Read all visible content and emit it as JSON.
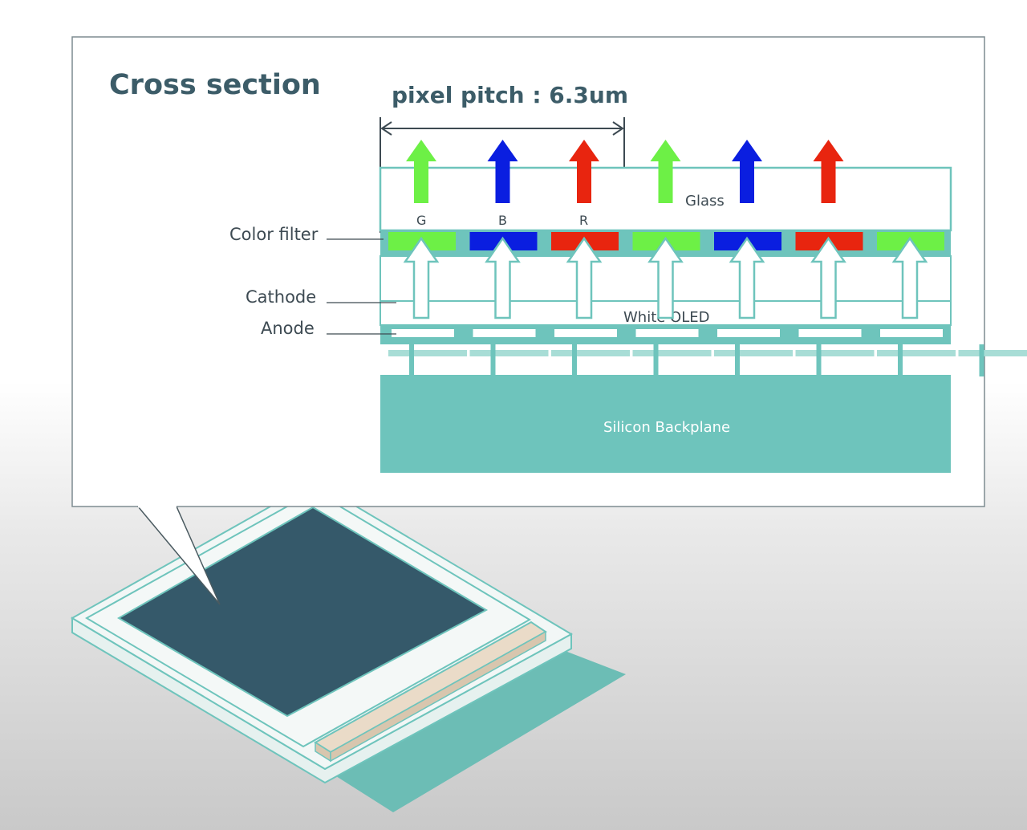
{
  "diagram": {
    "title": "Cross section",
    "pitch_label": "pixel pitch : 6.3um",
    "subpixel_letters": [
      "G",
      "B",
      "R"
    ],
    "side_labels": {
      "color_filter": "Color filter",
      "cathode": "Cathode",
      "anode": "Anode"
    },
    "layers": {
      "glass": "Glass",
      "white_oled": "White OLED",
      "backplane": "Silicon Backplane"
    },
    "filter_sequence": [
      "green",
      "blue",
      "red",
      "green",
      "blue",
      "red",
      "green"
    ],
    "emitted_light_sequence": [
      "green",
      "blue",
      "red",
      "green",
      "blue",
      "red"
    ],
    "white_light_arrow_count": 7
  },
  "colors": {
    "teal": "#6ec4bc",
    "teal_light": "#a8ddd6",
    "title_text": "#3c5c68",
    "label_text": "#3d4a52",
    "green": "#6df046",
    "blue": "#0a1ee0",
    "red": "#e8250f",
    "panel_dark": "#35596a",
    "connector": "#d8c6ae"
  }
}
